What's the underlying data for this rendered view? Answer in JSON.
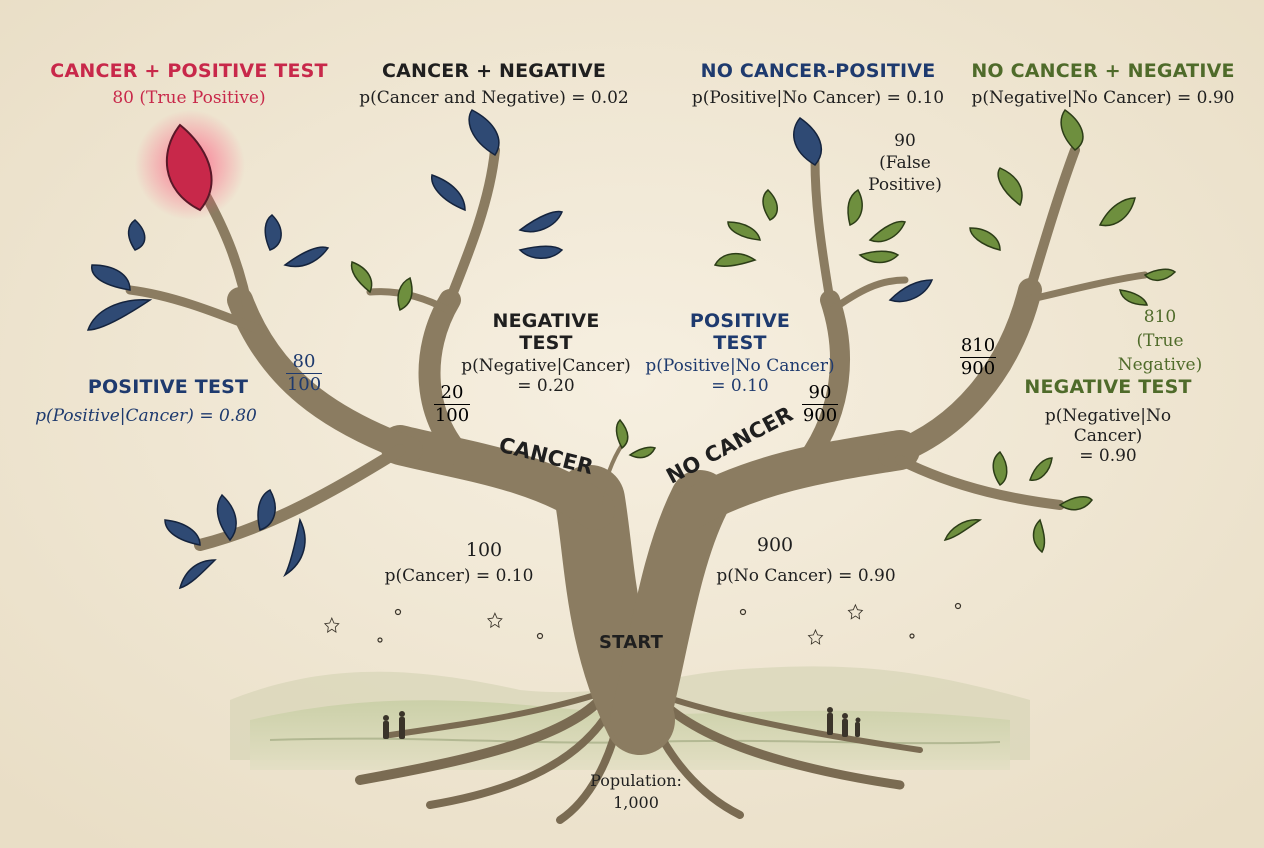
{
  "colors": {
    "red": "#c8284a",
    "blue": "#1e3a6e",
    "green": "#4f6b2a",
    "ink": "#1f1f1f",
    "leaf_blue": "#2f4a74",
    "leaf_green": "#6e8f3e",
    "trunk": "#8b7c61"
  },
  "top": {
    "cancer_positive": {
      "title": "CANCER + POSITIVE TEST",
      "value": "80 (True Positive)"
    },
    "cancer_negative": {
      "title": "CANCER + NEGATIVE",
      "value": "p(Cancer and Negative) = 0.02"
    },
    "nocancer_positive": {
      "title": "NO CANCER-POSITIVE",
      "value": "p(Positive|No Cancer) = 0.10"
    },
    "nocancer_negative": {
      "title": "NO CANCER + NEGATIVE",
      "value": "p(Negative|No Cancer) = 0.90"
    }
  },
  "side_counts": {
    "false_positive": "90\n(False\nPositive)",
    "true_negative": "810\n(True Negative)"
  },
  "branches": {
    "positive_test": {
      "title": "POSITIVE TEST",
      "prob": "p(Positive|Cancer) = 0.80",
      "num": "80",
      "den": "100"
    },
    "negative_test": {
      "title": "NEGATIVE\nTEST",
      "prob": "p(Negative|Cancer)\n= 0.20",
      "num": "20",
      "den": "100"
    },
    "positive_test_nc": {
      "title": "POSITIVE\nTEST",
      "prob": "p(Positive|No Cancer)\n= 0.10",
      "num": "90",
      "den": "900"
    },
    "negative_test_nc": {
      "title": "NEGATIVE TEST",
      "prob": "p(Negative|No Cancer)\n= 0.90",
      "num": "810",
      "den": "900"
    }
  },
  "trunk": {
    "cancer_label": "CANCER",
    "nocancer_label": "NO CANCER",
    "cancer_count": "100",
    "cancer_prob": "p(Cancer) = 0.10",
    "nocancer_count": "900",
    "nocancer_prob": "p(No Cancer) = 0.90",
    "start": "START",
    "population": "Population:\n1,000"
  }
}
